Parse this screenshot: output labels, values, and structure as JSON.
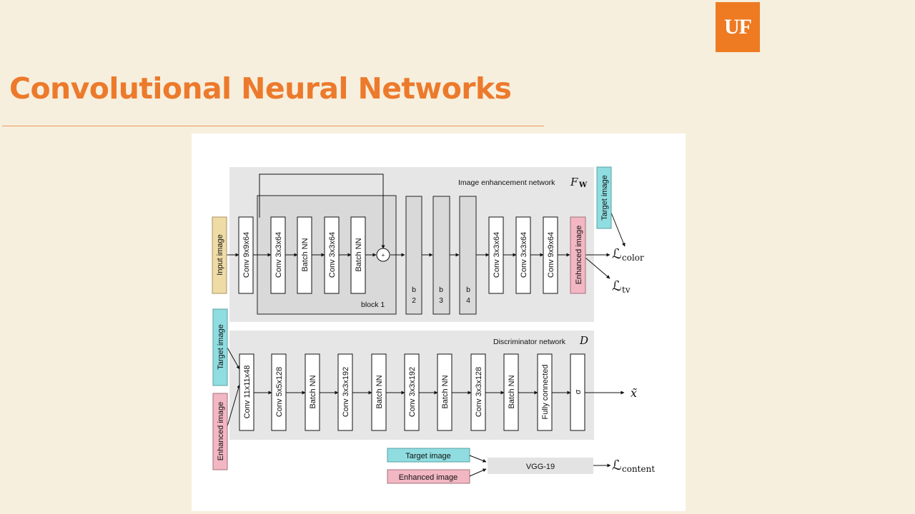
{
  "logo": {
    "text": "UF"
  },
  "slide": {
    "title": "Convolutional Neural Networks"
  },
  "enhancement": {
    "caption": "Image enhancement network",
    "caption_symbol": "F",
    "caption_subscript": "W",
    "input_label": "Input image",
    "target_label": "Target image",
    "output_label": "Enhanced image",
    "conv1": "Conv 9x9x64",
    "block1_layers": [
      "Conv 3x3x64",
      "Batch NN",
      "Conv 3x3x64",
      "Batch NN"
    ],
    "block1_label": "block 1",
    "sum_symbol": "+",
    "blocks": [
      {
        "b": "b",
        "n": "2"
      },
      {
        "b": "b",
        "n": "3"
      },
      {
        "b": "b",
        "n": "4"
      }
    ],
    "tail_layers": [
      "Conv 3x3x64",
      "Conv 3x3x64",
      "Conv 9x9x64"
    ],
    "loss_color": "color",
    "loss_tv": "tv"
  },
  "discriminator": {
    "caption": "Discriminator network",
    "caption_symbol": "D",
    "target_label": "Target image",
    "enhanced_label": "Enhanced image",
    "layers": [
      "Conv 11x11x48",
      "Conv 5x5x128",
      "Batch NN",
      "Conv 3x3x192",
      "Batch NN",
      "Conv 3x3x192",
      "Batch NN",
      "Conv 3x3x128",
      "Batch NN",
      "Fully connected",
      "σ"
    ],
    "output": "x̃"
  },
  "content": {
    "target_label": "Target image",
    "enhanced_label": "Enhanced image",
    "vgg_label": "VGG-19",
    "loss_content": "content"
  },
  "loss_symbol": "ℒ",
  "colors": {
    "accent": "#ec7a2c",
    "logo_bg": "#ee7a22",
    "input_fill": "#eedba6",
    "target_fill": "#8fdde0",
    "enhanced_fill": "#f2b7c3",
    "panel_fill": "#e6e6e6"
  }
}
